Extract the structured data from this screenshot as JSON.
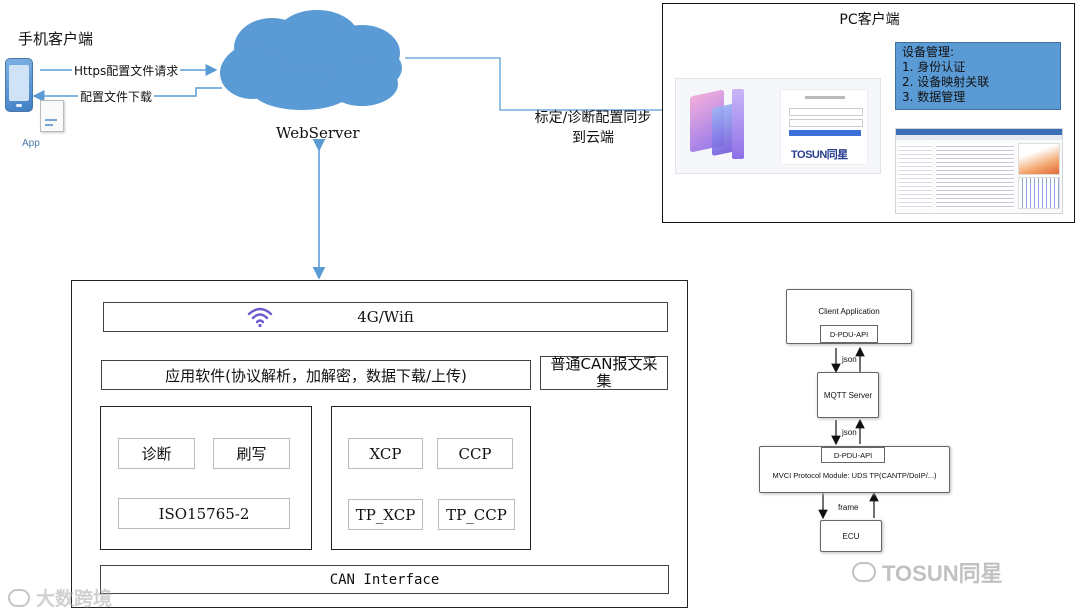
{
  "mobile": {
    "title": "手机客户端",
    "app_label": "App",
    "request_label": "Https配置文件请求",
    "download_label": "配置文件下载"
  },
  "server": {
    "label": "WebServer"
  },
  "sync_label": {
    "line1": "标定/诊断配置同步",
    "line2": "到云端"
  },
  "pc": {
    "title": "PC客户端",
    "mgmt": {
      "heading": "设备管理:",
      "items": [
        "1.  身份认证",
        "2.  设备映射关联",
        "3.  数据管理"
      ]
    },
    "brand": "TOSUN同星"
  },
  "device": {
    "network": "4G/Wifi",
    "app_software": "应用软件(协议解析，加解密，数据下载/上传)",
    "can_capture": "普通CAN报文采集",
    "diag": "诊断",
    "flash": "刷写",
    "iso": "ISO15765-2",
    "xcp": "XCP",
    "ccp": "CCP",
    "tp_xcp": "TP_XCP",
    "tp_ccp": "TP_CCP",
    "can_interface": "CAN Interface"
  },
  "stack": {
    "client_app": "Client Application",
    "dpdu_api_top": "D-PDU-API",
    "json1": "json",
    "mqtt": "MQTT Server",
    "json2": "json",
    "dpdu_api_bottom": "D-PDU-API",
    "mvci": "MVCI Protocol Module:  UDS TP(CANTP/DoIP/...)",
    "frame": "frame",
    "ecu": "ECU"
  },
  "watermarks": {
    "left": "大数跨境",
    "right": "TOSUN同星"
  },
  "colors": {
    "cloud": "#5b9bd5",
    "arrow": "#5b9bd5",
    "mgmt_bg": "#5b9bd5",
    "wifi": "#6a5acd"
  }
}
